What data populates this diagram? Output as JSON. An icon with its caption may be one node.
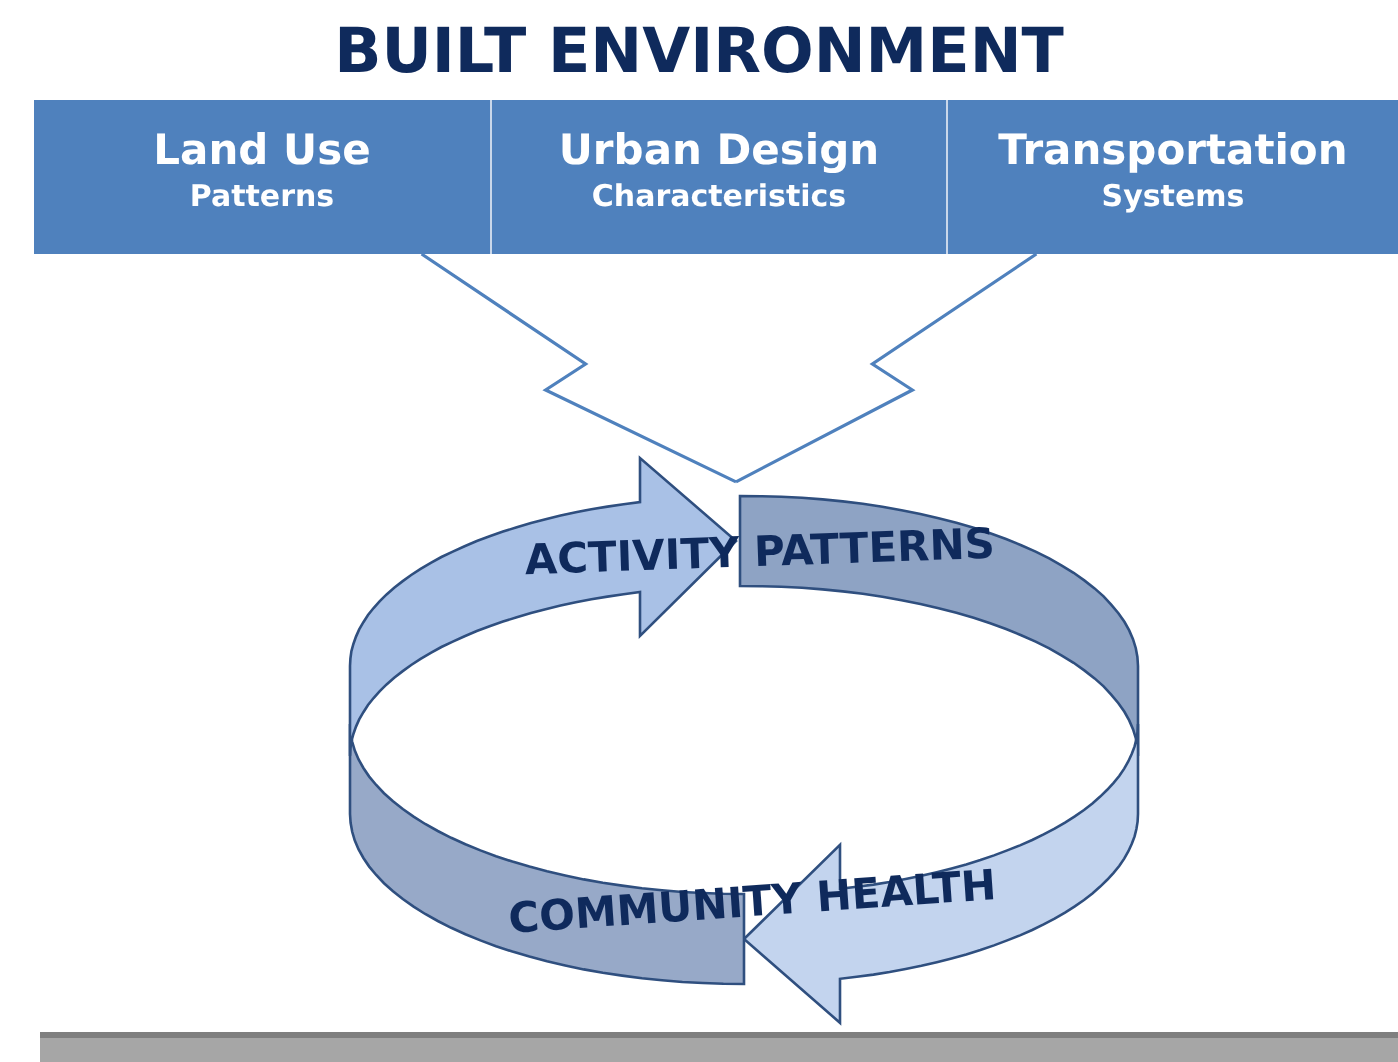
{
  "diagram": {
    "title": "BUILT ENVIRONMENT",
    "nodes": [
      {
        "text": [
          "Land Use",
          "Patterns"
        ]
      },
      {
        "text": [
          "Urban Design",
          "Characteristics"
        ]
      },
      {
        "text": [
          "Transportation",
          "Systems"
        ]
      },
      {
        "text": [
          "ACTIVITY PATTERNS"
        ]
      },
      {
        "text": [
          "COMMUNITY HEALTH"
        ]
      }
    ],
    "edges": [
      {
        "from": 0,
        "to": 3,
        "arrow": "none"
      },
      {
        "from": 2,
        "to": 3,
        "arrow": "none"
      },
      {
        "from": 3,
        "to": 4,
        "arrow": "to"
      },
      {
        "from": 4,
        "to": 3,
        "arrow": "to"
      }
    ]
  }
}
